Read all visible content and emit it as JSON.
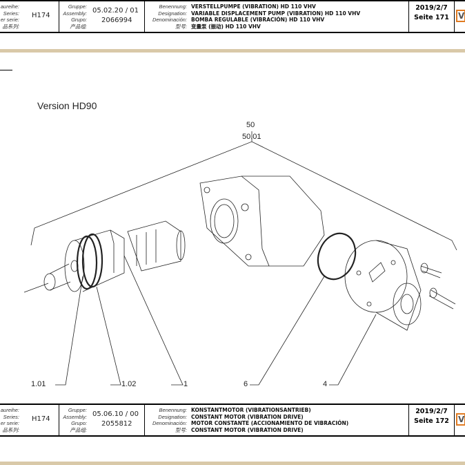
{
  "headers": [
    {
      "labels_series": [
        "aureihe:",
        "Series:",
        "er serie:",
        "品系列:"
      ],
      "series": "H174",
      "labels_group": [
        "Gruppe:",
        "Assembly:",
        "Grupo:",
        "产品组:"
      ],
      "assembly": "05.02.20 / 01",
      "group": "2066994",
      "labels_name": [
        "Benennung:",
        "Designation:",
        "Denominación:",
        "型号:"
      ],
      "names": [
        "VERSTELLPUMPE (VIBRATION) HD 110 VHV",
        "VARIABLE DISPLACEMENT PUMP (VIBRATION) HD 110 VHV",
        "BOMBA REGULABLE (VIBRACIÓN) HD 110 VHV",
        "变量泵 (振动) HD 110 VHV"
      ],
      "date": "2019/2/7",
      "page": "Seite 171",
      "logo": "V"
    },
    {
      "labels_series": [
        "aureihe:",
        "Series:",
        "er serie:",
        "品系列:"
      ],
      "series": "H174",
      "labels_group": [
        "Gruppe:",
        "Assembly:",
        "Grupo:",
        "产品组:"
      ],
      "assembly": "05.06.10 / 00",
      "group": "2055812",
      "labels_name": [
        "Benennung:",
        "Designation:",
        "Denominación:",
        "型号:"
      ],
      "names": [
        "KONSTANTMOTOR (VIBRATIONSANTRIEB)",
        "CONSTANT MOTOR (VIBRATION DRIVE)",
        "MOTOR CONSTANTE (ACCIONAMIENTO DE VIBRACIÓN)",
        "CONSTANT MOTOR (VIBRATION DRIVE)"
      ],
      "date": "2019/2/7",
      "page": "Seite 172",
      "logo": "V"
    }
  ],
  "drawing": {
    "version": "Version HD90",
    "callouts": {
      "top1": "50",
      "top2": "50.01",
      "c101": "1.01",
      "c102": "1.02",
      "c1": "1",
      "c6": "6",
      "c4": "4"
    }
  },
  "colors": {
    "band": "#d9c9a8",
    "logo_border": "#e07a20"
  }
}
